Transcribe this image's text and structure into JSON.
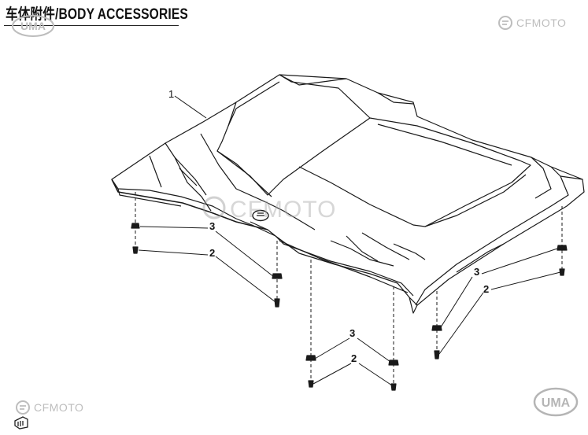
{
  "header": {
    "title": "车体附件/BODY ACCESSORIES"
  },
  "logos": {
    "uma": "UMA",
    "cfmoto": "CFMOTO",
    "watermark": "CFMOTO"
  },
  "callouts": {
    "part_1": "1",
    "part_2": "2",
    "part_3": "3"
  }
}
